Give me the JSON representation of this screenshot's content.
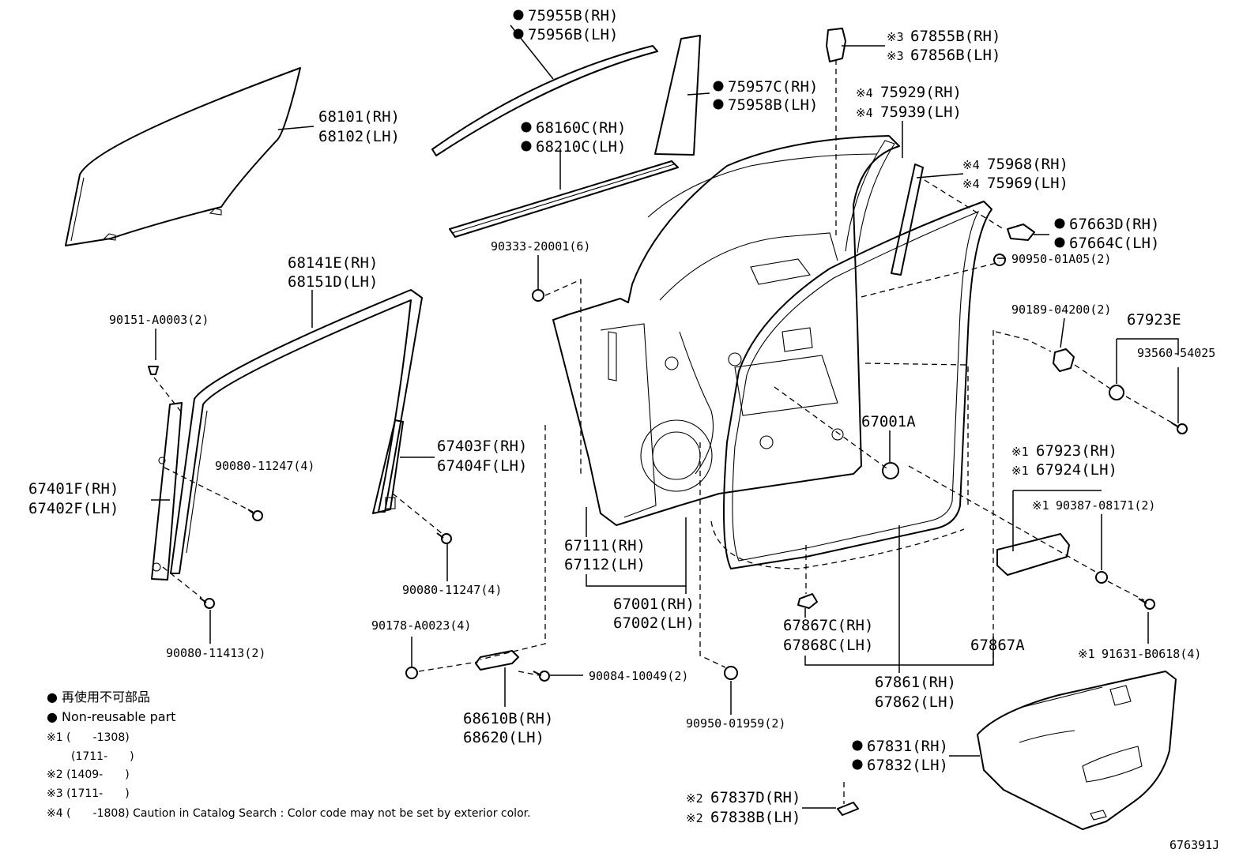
{
  "diagram_id": "676391J",
  "callouts": [
    {
      "id": "c-75955b",
      "marker": "●",
      "lines": [
        "75955B(RH)",
        "75956B(LH)"
      ]
    },
    {
      "id": "c-68101",
      "marker": "",
      "lines": [
        "68101(RH)",
        "68102(LH)"
      ]
    },
    {
      "id": "c-75957c",
      "marker": "●",
      "lines": [
        "75957C(RH)",
        "75958B(LH)"
      ]
    },
    {
      "id": "c-68160c",
      "marker": "●",
      "lines": [
        "68160C(RH)",
        "68210C(LH)"
      ]
    },
    {
      "id": "c-67855b",
      "marker": "※3",
      "lines": [
        "67855B(RH)",
        "67856B(LH)"
      ]
    },
    {
      "id": "c-75929",
      "marker": "※4",
      "lines": [
        "75929(RH)",
        "75939(LH)"
      ]
    },
    {
      "id": "c-75968",
      "marker": "※4",
      "lines": [
        "75968(RH)",
        "75969(LH)"
      ]
    },
    {
      "id": "c-67663d",
      "marker": "●",
      "lines": [
        "67663D(RH)",
        "67664C(LH)"
      ]
    },
    {
      "id": "c-90950-01a05",
      "marker": "",
      "lines": [
        "90950-01A05(2)"
      ]
    },
    {
      "id": "c-90333",
      "marker": "",
      "lines": [
        "90333-20001(6)"
      ]
    },
    {
      "id": "c-68141e",
      "marker": "",
      "lines": [
        "68141E(RH)",
        "68151D(LH)"
      ]
    },
    {
      "id": "c-90151",
      "marker": "",
      "lines": [
        "90151-A0003(2)"
      ]
    },
    {
      "id": "c-90189",
      "marker": "",
      "lines": [
        "90189-04200(2)"
      ]
    },
    {
      "id": "c-67923e",
      "marker": "",
      "lines": [
        "67923E"
      ]
    },
    {
      "id": "c-93560",
      "marker": "",
      "lines": [
        "93560-54025"
      ]
    },
    {
      "id": "c-67001a",
      "marker": "",
      "lines": [
        "67001A"
      ]
    },
    {
      "id": "c-67403f",
      "marker": "",
      "lines": [
        "67403F(RH)",
        "67404F(LH)"
      ]
    },
    {
      "id": "c-90080-a",
      "marker": "",
      "lines": [
        "90080-11247(4)"
      ]
    },
    {
      "id": "c-67401f",
      "marker": "",
      "lines": [
        "67401F(RH)",
        "67402F(LH)"
      ]
    },
    {
      "id": "c-67923",
      "marker": "※1",
      "lines": [
        "67923(RH)",
        "67924(LH)"
      ]
    },
    {
      "id": "c-90387",
      "marker": "※1",
      "lines": [
        "90387-08171(2)"
      ]
    },
    {
      "id": "c-67111",
      "marker": "",
      "lines": [
        "67111(RH)",
        "67112(LH)"
      ]
    },
    {
      "id": "c-90080-b",
      "marker": "",
      "lines": [
        "90080-11247(4)"
      ]
    },
    {
      "id": "c-67001",
      "marker": "",
      "lines": [
        "67001(RH)",
        "67002(LH)"
      ]
    },
    {
      "id": "c-90178",
      "marker": "",
      "lines": [
        "90178-A0023(4)"
      ]
    },
    {
      "id": "c-67867c",
      "marker": "",
      "lines": [
        "67867C(RH)",
        "67868C(LH)"
      ]
    },
    {
      "id": "c-67867a",
      "marker": "",
      "lines": [
        "67867A"
      ]
    },
    {
      "id": "c-90080-11413",
      "marker": "",
      "lines": [
        "90080-11413(2)"
      ]
    },
    {
      "id": "c-91631",
      "marker": "※1",
      "lines": [
        "91631-B0618(4)"
      ]
    },
    {
      "id": "c-90084",
      "marker": "",
      "lines": [
        "90084-10049(2)"
      ]
    },
    {
      "id": "c-67861",
      "marker": "",
      "lines": [
        "67861(RH)",
        "67862(LH)"
      ]
    },
    {
      "id": "c-68610b",
      "marker": "",
      "lines": [
        "68610B(RH)",
        "68620(LH)"
      ]
    },
    {
      "id": "c-90950-01959",
      "marker": "",
      "lines": [
        "90950-01959(2)"
      ]
    },
    {
      "id": "c-67831",
      "marker": "●",
      "lines": [
        "67831(RH)",
        "67832(LH)"
      ]
    },
    {
      "id": "c-67837d",
      "marker": "※2",
      "lines": [
        "67837D(RH)",
        "67838B(LH)"
      ]
    }
  ],
  "legend": {
    "jp": "● 再使用不可部品",
    "en": "● Non-reusable part",
    "notes": [
      "※1 (　　-1308)",
      "(1711-　　)",
      "※2 (1409-　　)",
      "※3 (1711-　　)",
      "※4 (　　-1808) Caution in Catalog Search : Color code may not be set by exterior color."
    ]
  }
}
